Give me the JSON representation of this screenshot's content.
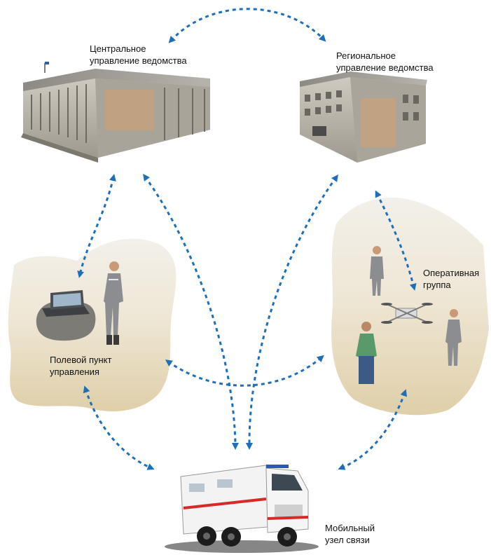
{
  "nodes": {
    "central": {
      "line1": "Центральное",
      "line2": "управление ведомства"
    },
    "regional": {
      "line1": "Региональное",
      "line2": "управление ведомства"
    },
    "field": {
      "line1": "Полевой пункт",
      "line2": "управления"
    },
    "operative": {
      "line1": "Оперативная",
      "line2": "группа"
    },
    "mobile": {
      "line1": "Мобильный",
      "line2": "узел связи"
    }
  },
  "colors": {
    "arrow": "#1f6fb8",
    "building_wall": "#b7b2a6",
    "field_ground": "#e7dcc2"
  }
}
